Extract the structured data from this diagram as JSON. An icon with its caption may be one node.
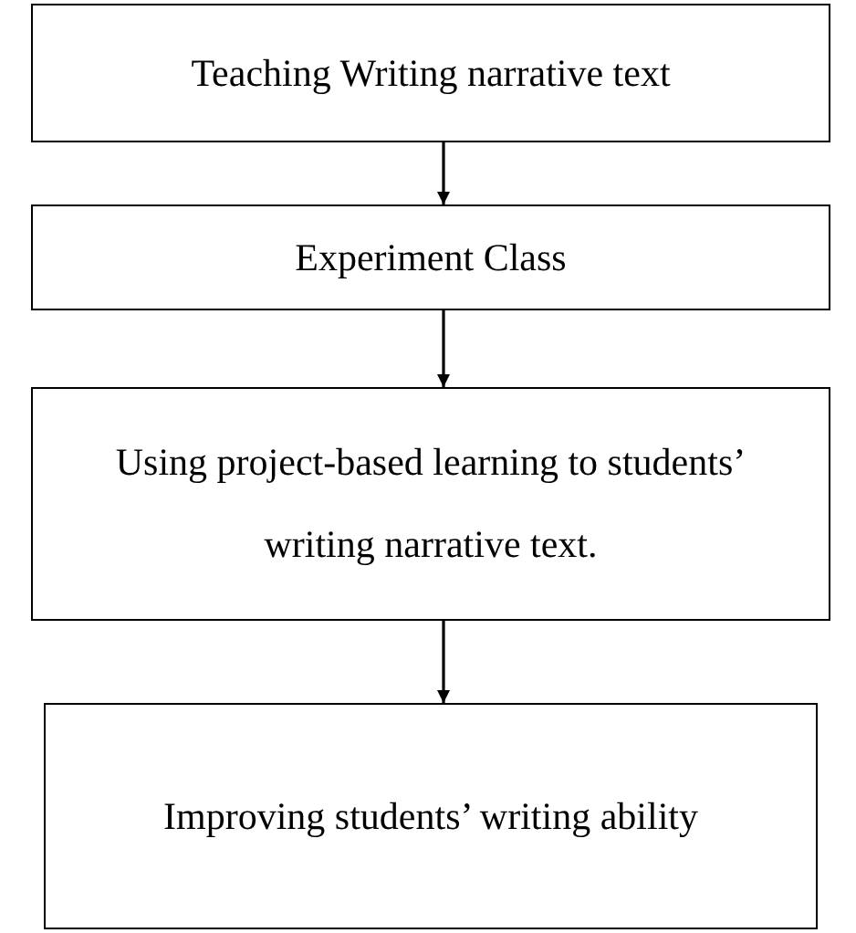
{
  "diagram": {
    "nodes": [
      {
        "text": [
          "Teaching Writing narrative text"
        ]
      },
      {
        "text": [
          "Experiment Class"
        ]
      },
      {
        "text": [
          "Using project-based learning to students’ writing narrative text."
        ]
      },
      {
        "text": [
          "Improving students’ writing ability"
        ]
      }
    ],
    "edges": [
      {
        "from": 0,
        "to": 1,
        "arrow": "to"
      },
      {
        "from": 1,
        "to": 2,
        "arrow": "to"
      },
      {
        "from": 2,
        "to": 3,
        "arrow": "to"
      }
    ]
  }
}
